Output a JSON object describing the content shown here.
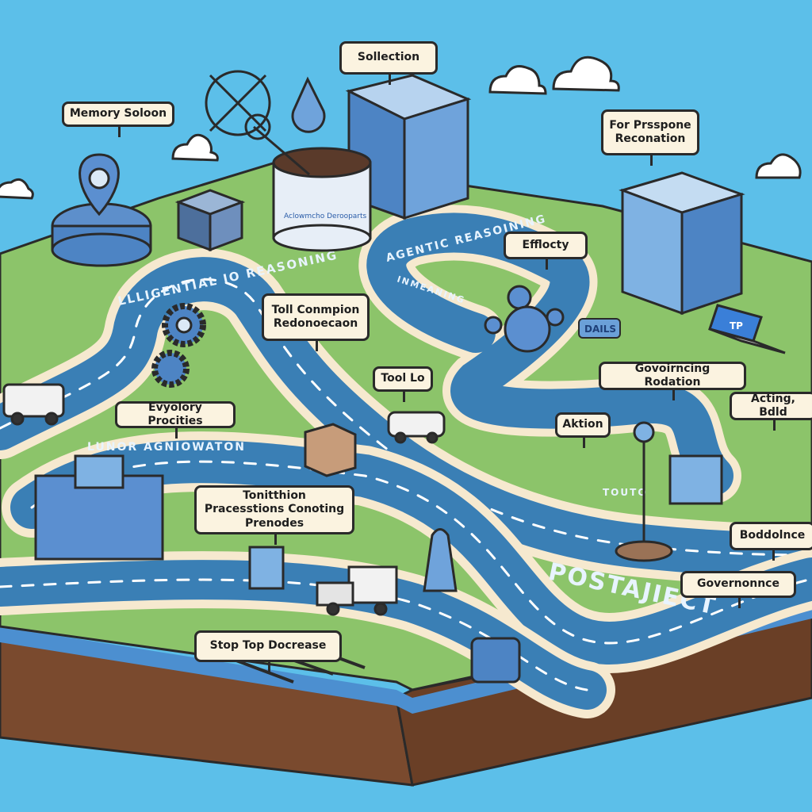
{
  "labels": {
    "memory": "Memory Soloon",
    "selection": "Sollection",
    "response": "For Prsspone Reconation",
    "efficiency": "Efflocty",
    "tool_completion": "Toll Conmpion Redonoecaon",
    "tool_use": "Tool Lo",
    "governing": "Govoirncing Rodation",
    "acting": "Acting, Bdld",
    "evolutionary": "Evyolory Procities",
    "action": "Aktion",
    "transition": "Tonitthion Pracesstions Conoting Prenodes",
    "boundance": "Boddolnce",
    "governance": "Governonnce",
    "stop": "Stop Top Docrease"
  },
  "road_texts": {
    "reasoning_left": "LLLIGENTIAL IO REASONING",
    "agentic": "AGENTIC REASOINING",
    "meaning": "INMEANING",
    "lunor": "LUNOR AGNIOWATON",
    "postaject": "POSTAJIECT",
    "touto": "TOUTO",
    "dails": "DAILS"
  },
  "can_label": "Aclowmcho Derooparts",
  "laptop_screen": "TP",
  "colors": {
    "sky": "#5cbfe9",
    "grass": "#8cc46a",
    "road": "#3a7fb5",
    "road_edge": "#f6e9cf",
    "soil": "#7a4a2e"
  }
}
